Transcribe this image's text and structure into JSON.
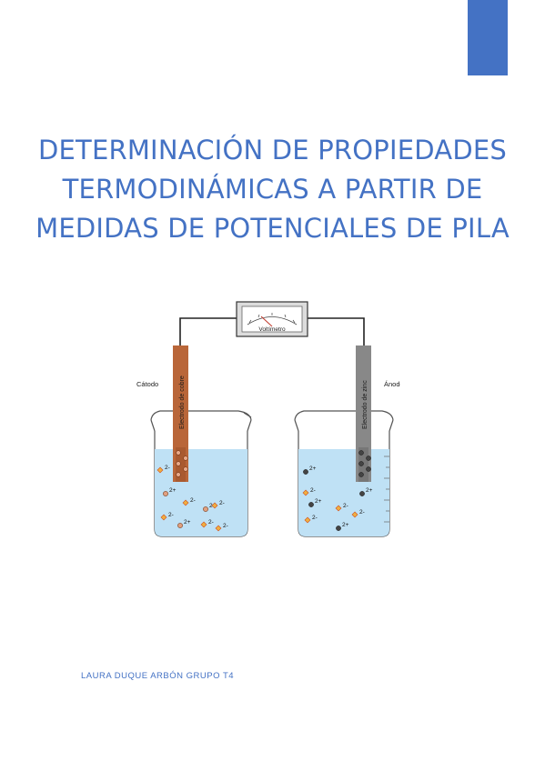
{
  "colors": {
    "accent": "#4472C4",
    "title": "#4472C4",
    "copper": "#B96639",
    "zinc": "#888888",
    "solution": "#BFE1F5"
  },
  "title": {
    "line1": "DETERMINACIÓN DE PROPIEDADES",
    "line2": "TERMODINÁMICAS A PARTIR DE",
    "line3": "MEDIDAS DE POTENCIALES DE PILA"
  },
  "diagram": {
    "voltmeter_label": "Voltímetro",
    "cathode_label": "Cátodo",
    "anode_label": "Ánodo",
    "copper_electrode_label": "Electrodo de cobre",
    "zinc_electrode_label": "Electrodo de zinc",
    "ion_charge_pos": "2+",
    "ion_charge_neg": "2-"
  },
  "author": "LAURA DUQUE ARBÓN GRUPO T4"
}
